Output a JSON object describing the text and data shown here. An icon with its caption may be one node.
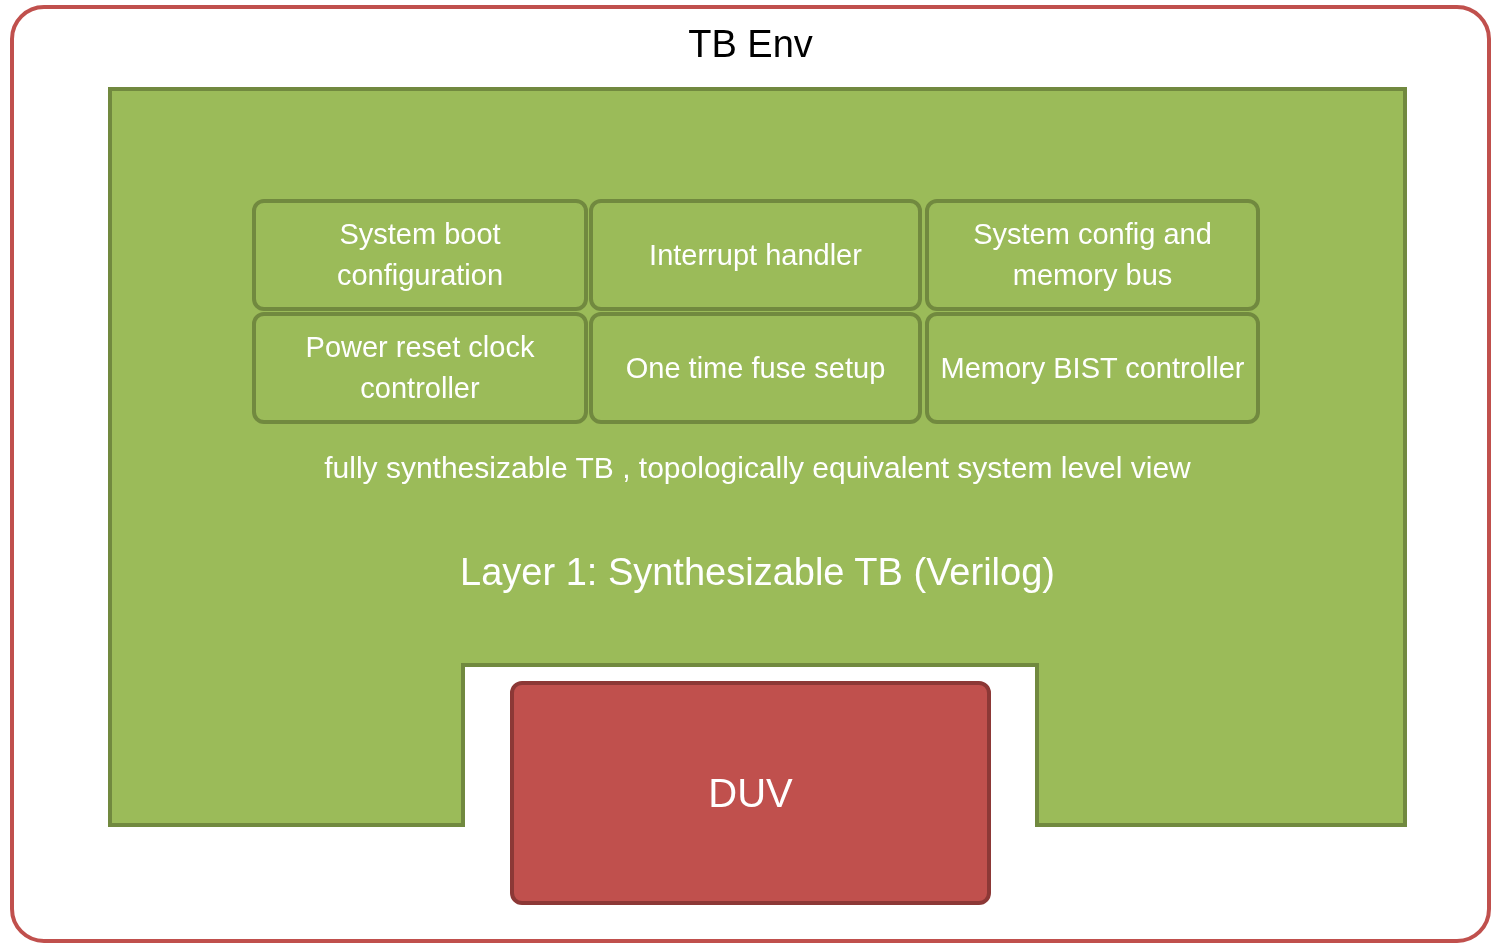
{
  "diagram": {
    "nodes": [
      {
        "text": [
          "TB Env"
        ]
      },
      {
        "text": [
          "fully synthesizable TB , topologically equivalent system level view",
          "Layer 1: Synthesizable TB (Verilog)"
        ],
        "in": 0
      },
      {
        "text": [
          "System boot configuration"
        ],
        "in": 1
      },
      {
        "text": [
          "Interrupt handler"
        ],
        "in": 1
      },
      {
        "text": [
          "System config and memory bus"
        ],
        "in": 1
      },
      {
        "text": [
          "Power reset clock controller"
        ],
        "in": 1
      },
      {
        "text": [
          "One time fuse setup"
        ],
        "in": 1
      },
      {
        "text": [
          "Memory BIST controller"
        ],
        "in": 1
      },
      {
        "text": [
          "DUV"
        ],
        "in": 0
      }
    ],
    "edges": []
  }
}
